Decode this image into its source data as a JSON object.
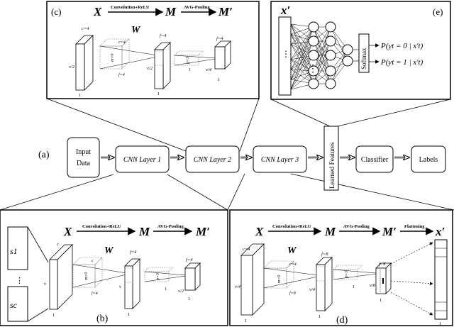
{
  "panel_c": {
    "tag": "(c)",
    "x": "X",
    "m": "M",
    "mp": "M′",
    "w": "W",
    "op1": "Convolution+ReLU",
    "op2": "AVG-Pooling",
    "c_in": "c=4",
    "v2_in": "v/2",
    "one_in": "1",
    "c_k": "c=4",
    "m_k": "m=9",
    "f_k": "f=4",
    "f_m": "f=4",
    "v2_m": "v/2",
    "one_m": "1",
    "p_k": "p=3",
    "one_p": "1",
    "f_out": "f=4",
    "v4_out": "v/4",
    "one_out": "1"
  },
  "panel_e": {
    "tag": "(e)",
    "x": "x′",
    "softmax": "Softmax",
    "p0": "P(yt = 0 | x′t)",
    "p1": "P(yt = 1 | x′t)",
    "dots1": "⋮",
    "dots2": "⋮"
  },
  "pipeline": {
    "tag": "(a)",
    "input_line1": "Input",
    "input_line2": "Data",
    "cnn1": "CNN Layer 1",
    "cnn2": "CNN Layer 2",
    "cnn3": "CNN Layer 3",
    "learned": "Learned Features",
    "classifier": "Classifier",
    "labels": "Labels"
  },
  "panel_b": {
    "tag": "(b)",
    "s1": "s1",
    "sc": "sc",
    "dots": "⋮",
    "x": "X",
    "m": "M",
    "mp": "M′",
    "w": "W",
    "op1": "Convolution+ReLU",
    "op2": "AVG-Pooling",
    "c_in": "c",
    "v_in": "v",
    "one_in": "1",
    "c_k": "c",
    "m_k": "m=9",
    "f_k": "f=4",
    "f_m": "f=4",
    "v_m": "v",
    "one_m": "1",
    "p_k": "p=3",
    "one_p": "1",
    "f_out": "f=4",
    "v2_out": "v/2",
    "one_out": "1"
  },
  "panel_d": {
    "tag": "(d)",
    "x": "X",
    "m": "M",
    "mp": "M′",
    "xp": "x′",
    "w": "W",
    "op1": "Convolution+ReLU",
    "op2": "AVG-Pooling",
    "op3": "Flattening",
    "c_in": "c=4",
    "v4_in": "v/4",
    "one_in": "1",
    "c_k": "c=4",
    "m_k": "m=9",
    "f_k": "f=8",
    "f_m": "f=8",
    "v4_m": "v/4",
    "one_m": "1",
    "p_k": "p=3",
    "one_p": "1",
    "f_out": "f=8",
    "v8_out": "v/8",
    "one_out": "1",
    "one_vec": "1"
  }
}
